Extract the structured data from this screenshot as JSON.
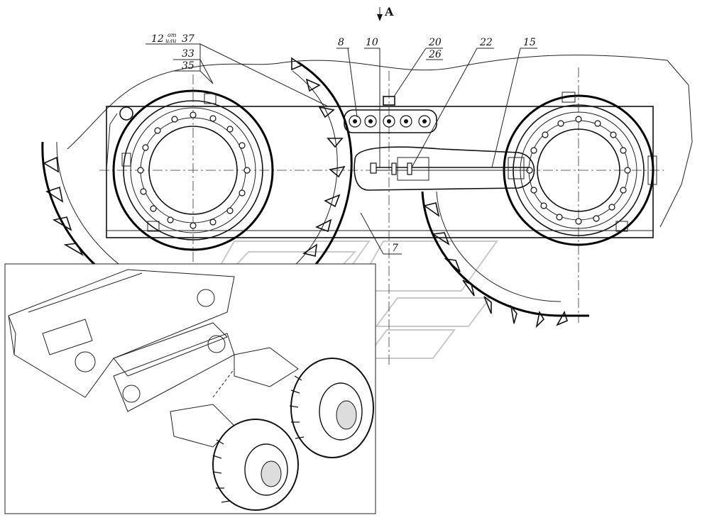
{
  "view_label": "A",
  "callouts": {
    "c12": "12",
    "c12_small": "от",
    "c12_small2": "или",
    "c37": "37",
    "c33": "33",
    "c35": "35",
    "c8": "8",
    "c10": "10",
    "c20": "20",
    "c26": "26",
    "c22": "22",
    "c15": "15",
    "c7": "7"
  },
  "inset": {
    "caption": ""
  },
  "colors": {
    "line": "#111111",
    "watermark": "#c9c9c9",
    "background": "#ffffff"
  }
}
